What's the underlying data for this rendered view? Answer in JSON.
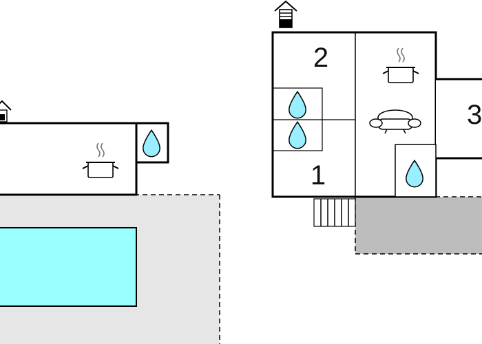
{
  "rooms": {
    "room_1": {
      "label": "1"
    },
    "room_2": {
      "label": "2"
    },
    "room_3": {
      "label": "3"
    }
  },
  "colors": {
    "wall": "#000000",
    "floor": "#ffffff",
    "terrace": "#e6e6e6",
    "covered_terrace": "#bdbdbd",
    "pool": "#99ffff",
    "water_drop": "#99eeff"
  },
  "icons": {
    "entrance": "house-entrance-icon",
    "bathroom": "water-drop-icon",
    "kitchen": "cooking-pot-icon",
    "living": "sofa-icon",
    "stairs": "stairs-icon"
  }
}
